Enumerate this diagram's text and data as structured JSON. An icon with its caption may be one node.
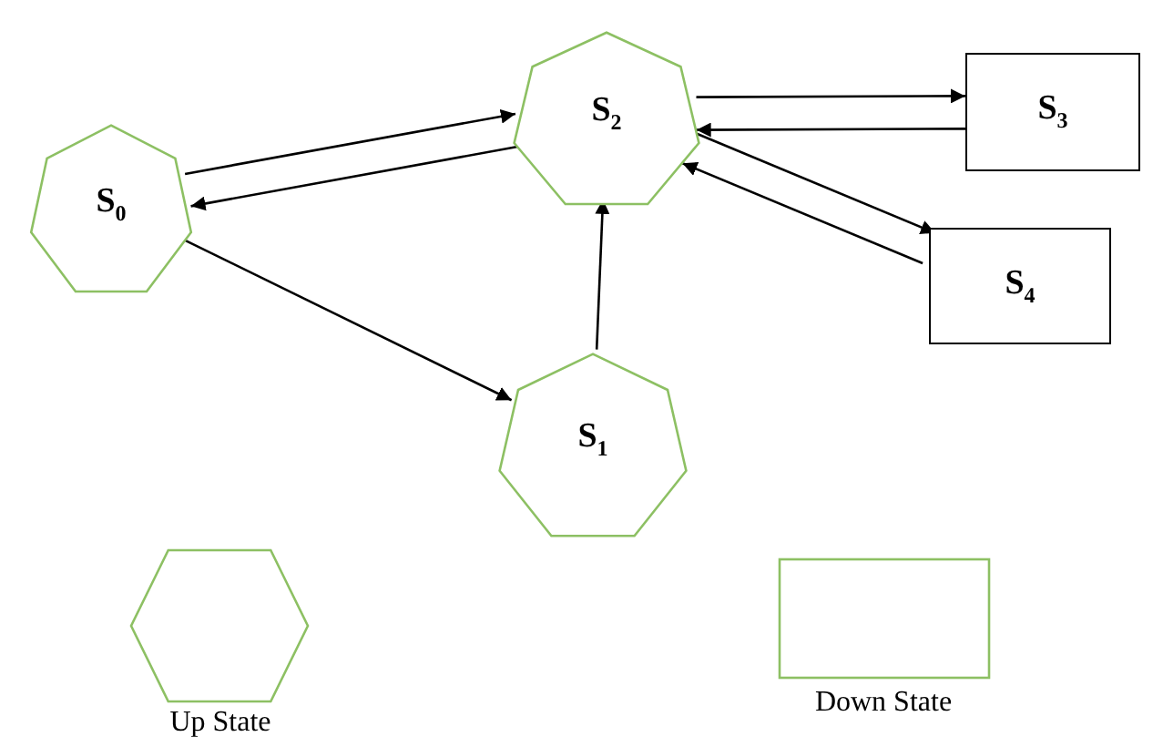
{
  "diagram": {
    "nodes": [
      {
        "text": [
          "S$_{0}$"
        ]
      },
      {
        "text": [
          "S$_{1}$"
        ]
      },
      {
        "text": [
          "S$_{2}$"
        ]
      },
      {
        "text": [
          "S$_{3}$"
        ]
      },
      {
        "text": [
          "S$_{4}$"
        ]
      }
    ],
    "edges": [
      {
        "from": 0,
        "to": 2,
        "arrow": "to"
      },
      {
        "from": 2,
        "to": 0,
        "arrow": "to"
      },
      {
        "from": 0,
        "to": 1,
        "arrow": "to"
      },
      {
        "from": 1,
        "to": 2,
        "arrow": "to"
      },
      {
        "from": 2,
        "to": 3,
        "arrow": "to"
      },
      {
        "from": 3,
        "to": 2,
        "arrow": "to"
      },
      {
        "from": 2,
        "to": 4,
        "arrow": "to"
      },
      {
        "from": 4,
        "to": 2,
        "arrow": "to"
      }
    ],
    "legend": [
      {
        "text": "Up State"
      },
      {
        "text": "Down State"
      }
    ]
  }
}
